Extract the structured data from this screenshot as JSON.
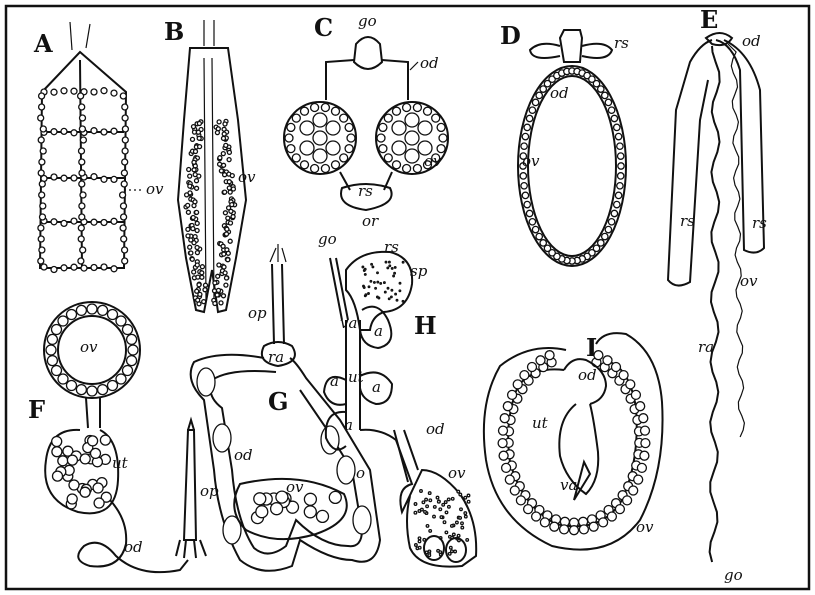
{
  "figure_letters": {
    "a": "A",
    "b": "B",
    "c": "C",
    "d": "D",
    "e": "E",
    "f": "F",
    "g": "G",
    "h": "H",
    "i": "I"
  },
  "labels": {
    "ov": "ov",
    "od": "od",
    "go": "go",
    "rs": "rs",
    "or": "or",
    "sp": "sp",
    "op": "op",
    "ra": "ra",
    "va": "va",
    "ut": "ut",
    "a": "a",
    "o": "o"
  },
  "colors": {
    "ink": "#111111",
    "paper": "#ffffff"
  }
}
